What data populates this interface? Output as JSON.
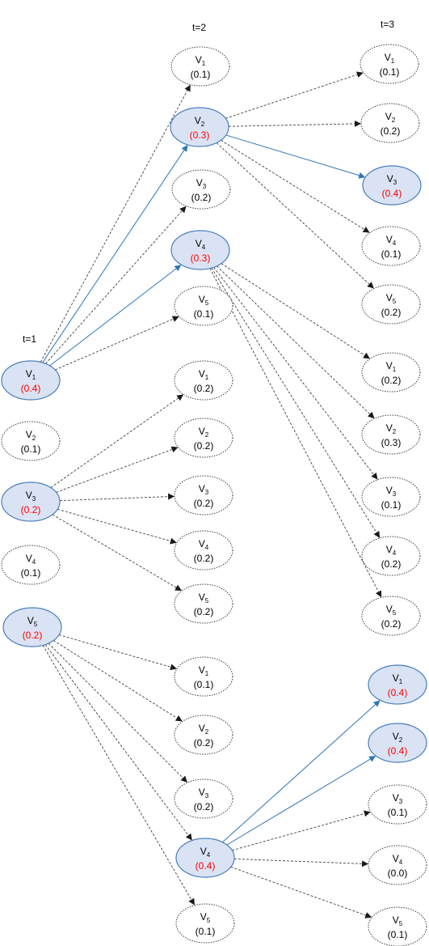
{
  "time_labels": {
    "t1": "t=1",
    "t2": "t=2",
    "t3": "t=3"
  },
  "colors": {
    "highlight_fill": "#dae3f3",
    "highlight_stroke": "#4a7ebb",
    "highlight_edge": "#2e75b6",
    "prob_highlight": "#ff0000",
    "dotted_stroke": "#404040",
    "edge_dashed": "#404040"
  },
  "nodes": [
    {
      "id": "t1v1",
      "var": "V",
      "sub": "1",
      "prob": "(0.4)",
      "hl": true
    },
    {
      "id": "t1v2",
      "var": "V",
      "sub": "2",
      "prob": "(0.1)",
      "hl": false
    },
    {
      "id": "t1v3",
      "var": "V",
      "sub": "3",
      "prob": "(0.2)",
      "hl": true
    },
    {
      "id": "t1v4",
      "var": "V",
      "sub": "4",
      "prob": "(0.1)",
      "hl": false
    },
    {
      "id": "t1v5",
      "var": "V",
      "sub": "5",
      "prob": "(0.2)",
      "hl": true
    },
    {
      "id": "a1",
      "var": "V",
      "sub": "1",
      "prob": "(0.1)",
      "hl": false
    },
    {
      "id": "a2",
      "var": "V",
      "sub": "2",
      "prob": "(0.3)",
      "hl": true
    },
    {
      "id": "a3",
      "var": "V",
      "sub": "3",
      "prob": "(0.2)",
      "hl": false
    },
    {
      "id": "a4",
      "var": "V",
      "sub": "4",
      "prob": "(0.3)",
      "hl": true
    },
    {
      "id": "a5",
      "var": "V",
      "sub": "5",
      "prob": "(0.1)",
      "hl": false
    },
    {
      "id": "b1",
      "var": "V",
      "sub": "1",
      "prob": "(0.2)",
      "hl": false
    },
    {
      "id": "b2",
      "var": "V",
      "sub": "2",
      "prob": "(0.2)",
      "hl": false
    },
    {
      "id": "b3",
      "var": "V",
      "sub": "3",
      "prob": "(0.2)",
      "hl": false
    },
    {
      "id": "b4",
      "var": "V",
      "sub": "4",
      "prob": "(0.2)",
      "hl": false
    },
    {
      "id": "b5",
      "var": "V",
      "sub": "5",
      "prob": "(0.2)",
      "hl": false
    },
    {
      "id": "c1",
      "var": "V",
      "sub": "1",
      "prob": "(0.1)",
      "hl": false
    },
    {
      "id": "c2",
      "var": "V",
      "sub": "2",
      "prob": "(0.2)",
      "hl": false
    },
    {
      "id": "c3",
      "var": "V",
      "sub": "3",
      "prob": "(0.2)",
      "hl": false
    },
    {
      "id": "c4",
      "var": "V",
      "sub": "4",
      "prob": "(0.4)",
      "hl": true
    },
    {
      "id": "c5",
      "var": "V",
      "sub": "5",
      "prob": "(0.1)",
      "hl": false
    },
    {
      "id": "d1",
      "var": "V",
      "sub": "1",
      "prob": "(0.1)",
      "hl": false
    },
    {
      "id": "d2",
      "var": "V",
      "sub": "2",
      "prob": "(0.2)",
      "hl": false
    },
    {
      "id": "d3",
      "var": "V",
      "sub": "3",
      "prob": "(0.4)",
      "hl": true
    },
    {
      "id": "d4",
      "var": "V",
      "sub": "4",
      "prob": "(0.1)",
      "hl": false
    },
    {
      "id": "d5",
      "var": "V",
      "sub": "5",
      "prob": "(0.2)",
      "hl": false
    },
    {
      "id": "e1",
      "var": "V",
      "sub": "1",
      "prob": "(0.2)",
      "hl": false
    },
    {
      "id": "e2",
      "var": "V",
      "sub": "2",
      "prob": "(0.3)",
      "hl": false
    },
    {
      "id": "e3",
      "var": "V",
      "sub": "3",
      "prob": "(0.1)",
      "hl": false
    },
    {
      "id": "e4",
      "var": "V",
      "sub": "4",
      "prob": "(0.2)",
      "hl": false
    },
    {
      "id": "e5",
      "var": "V",
      "sub": "5",
      "prob": "(0.2)",
      "hl": false
    },
    {
      "id": "f1",
      "var": "V",
      "sub": "1",
      "prob": "(0.4)",
      "hl": true
    },
    {
      "id": "f2",
      "var": "V",
      "sub": "2",
      "prob": "(0.4)",
      "hl": true
    },
    {
      "id": "f3",
      "var": "V",
      "sub": "3",
      "prob": "(0.1)",
      "hl": false
    },
    {
      "id": "f4",
      "var": "V",
      "sub": "4",
      "prob": "(0.0)",
      "hl": false
    },
    {
      "id": "f5",
      "var": "V",
      "sub": "5",
      "prob": "(0.1)",
      "hl": false
    }
  ],
  "edges": [
    {
      "from": "t1v1",
      "to": "a1",
      "hl": false
    },
    {
      "from": "t1v1",
      "to": "a2",
      "hl": true
    },
    {
      "from": "t1v1",
      "to": "a3",
      "hl": false
    },
    {
      "from": "t1v1",
      "to": "a4",
      "hl": true
    },
    {
      "from": "t1v1",
      "to": "a5",
      "hl": false
    },
    {
      "from": "t1v3",
      "to": "b1",
      "hl": false
    },
    {
      "from": "t1v3",
      "to": "b2",
      "hl": false
    },
    {
      "from": "t1v3",
      "to": "b3",
      "hl": false
    },
    {
      "from": "t1v3",
      "to": "b4",
      "hl": false
    },
    {
      "from": "t1v3",
      "to": "b5",
      "hl": false
    },
    {
      "from": "t1v5",
      "to": "c1",
      "hl": false
    },
    {
      "from": "t1v5",
      "to": "c2",
      "hl": false
    },
    {
      "from": "t1v5",
      "to": "c3",
      "hl": false
    },
    {
      "from": "t1v5",
      "to": "c4",
      "hl": false
    },
    {
      "from": "t1v5",
      "to": "c5",
      "hl": false
    },
    {
      "from": "a2",
      "to": "d1",
      "hl": false
    },
    {
      "from": "a2",
      "to": "d2",
      "hl": false
    },
    {
      "from": "a2",
      "to": "d3",
      "hl": true
    },
    {
      "from": "a2",
      "to": "d4",
      "hl": false
    },
    {
      "from": "a2",
      "to": "d5",
      "hl": false
    },
    {
      "from": "a4",
      "to": "e1",
      "hl": false
    },
    {
      "from": "a4",
      "to": "e2",
      "hl": false
    },
    {
      "from": "a4",
      "to": "e3",
      "hl": false
    },
    {
      "from": "a4",
      "to": "e4",
      "hl": false
    },
    {
      "from": "a4",
      "to": "e5",
      "hl": false
    },
    {
      "from": "c4",
      "to": "f1",
      "hl": true
    },
    {
      "from": "c4",
      "to": "f2",
      "hl": true
    },
    {
      "from": "c4",
      "to": "f3",
      "hl": false
    },
    {
      "from": "c4",
      "to": "f4",
      "hl": false
    },
    {
      "from": "c4",
      "to": "f5",
      "hl": false
    }
  ]
}
